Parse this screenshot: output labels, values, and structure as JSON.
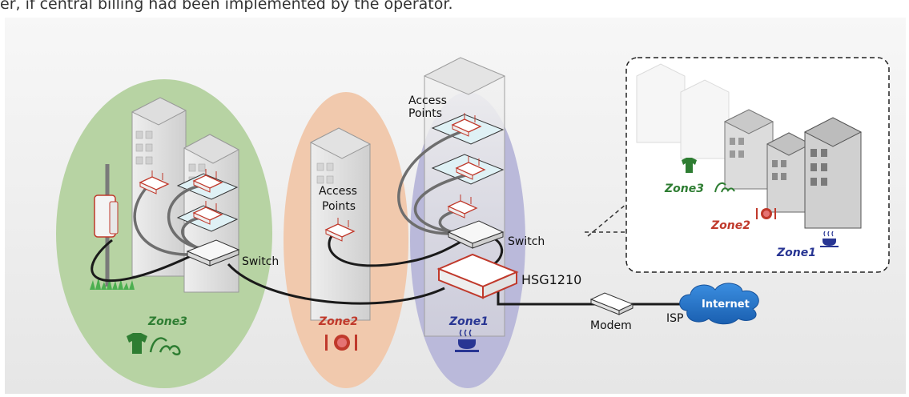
{
  "caption": "er, if central billing had been implemented by the operator.",
  "labels": {
    "access_points_left": [
      "Access",
      "Points"
    ],
    "access_points_right": [
      "Access",
      "Points"
    ],
    "switch_left": "Switch",
    "switch_right": "Switch",
    "hsg": "HSG1210",
    "modem": "Modem",
    "isp": "ISP",
    "internet": "Internet"
  },
  "zones": {
    "zone3": "Zone3",
    "zone2": "Zone2",
    "zone1": "Zone1",
    "inset_zone3": "Zone3",
    "inset_zone2": "Zone2",
    "inset_zone1": "Zone1"
  },
  "colors": {
    "zone3_fill": "#b7d3a3",
    "zone2_fill": "#f1c9ad",
    "zone1_fill": "#b9b8d9",
    "zone3_text": "#2e7d32",
    "zone2_text": "#c0392b",
    "zone1_text": "#283593",
    "internet_cloud": "#1e6fc4"
  },
  "icons": [
    "tshirt-icon",
    "swimming-icon",
    "dining-icon",
    "coffee-icon"
  ]
}
